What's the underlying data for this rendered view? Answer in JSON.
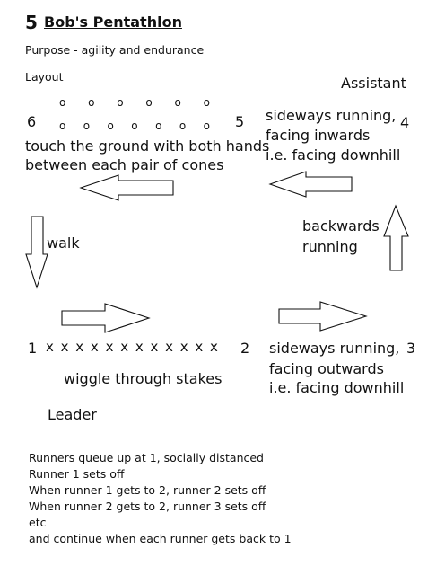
{
  "header": {
    "number": "5",
    "title": "Bob's Pentathlon"
  },
  "purpose": "Purpose - agility and endurance",
  "layout_label": "Layout",
  "assistant_label": "Assistant",
  "leader_label": "Leader",
  "positions": {
    "p1": "1",
    "p2": "2",
    "p3": "3",
    "p4": "4",
    "p5": "5",
    "p6": "6"
  },
  "cones": {
    "top_row": [
      "o",
      "o",
      "o",
      "o",
      "o",
      "o"
    ],
    "bottom_row": [
      "o",
      "o",
      "o",
      "o",
      "o",
      "o",
      "o"
    ]
  },
  "stakes": [
    "x",
    "x",
    "x",
    "x",
    "x",
    "x",
    "x",
    "x",
    "x",
    "x",
    "x",
    "x"
  ],
  "instructions": {
    "cones_line1": "touch the ground with both hands",
    "cones_line2": "between each pair of cones",
    "walk": "walk",
    "backwards_line1": "backwards",
    "backwards_line2": "running",
    "sideways_in_line1": "sideways running,",
    "sideways_in_line2": "facing inwards",
    "sideways_in_line3": "i.e. facing downhill",
    "sideways_out_line1": "sideways running,",
    "sideways_out_line2": "facing outwards",
    "sideways_out_line3": "i.e. facing downhill",
    "wiggle": "wiggle through stakes"
  },
  "notes": [
    "Runners queue up at 1, socially distanced",
    "Runner 1 sets off",
    "When runner 1 gets to 2, runner 2 sets off",
    "When runner 2 gets to 2, runner 3 sets off",
    "etc",
    "and continue when each runner gets back to 1"
  ],
  "arrows": [
    {
      "id": "arrow-left-from-4",
      "direction": "left"
    },
    {
      "id": "arrow-left-from-5",
      "direction": "left"
    },
    {
      "id": "arrow-down-walk",
      "direction": "down"
    },
    {
      "id": "arrow-right-to-2",
      "direction": "right"
    },
    {
      "id": "arrow-right-to-3",
      "direction": "right"
    },
    {
      "id": "arrow-up-backwards",
      "direction": "up"
    }
  ],
  "colors": {
    "ink": "#111111",
    "background": "#ffffff"
  }
}
